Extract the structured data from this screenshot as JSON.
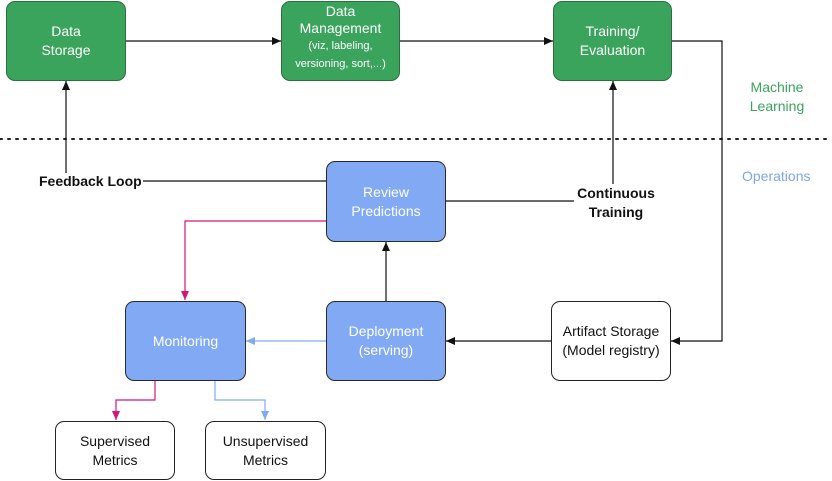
{
  "nodes": {
    "data_storage": {
      "line1": "Data",
      "line2": "Storage"
    },
    "data_management": {
      "line1": "Data",
      "line2": "Management",
      "line3": "(viz, labeling,",
      "line4": "versioning, sort,...)"
    },
    "training": {
      "line1": "Training/",
      "line2": "Evaluation"
    },
    "review": {
      "line1": "Review",
      "line2": "Predictions"
    },
    "deployment": {
      "line1": "Deployment",
      "line2": "(serving)"
    },
    "artifact": {
      "line1": "Artifact Storage",
      "line2": "(Model registry)"
    },
    "monitoring": {
      "line1": "Monitoring"
    },
    "supervised": {
      "line1": "Supervised",
      "line2": "Metrics"
    },
    "unsupervised": {
      "line1": "Unsupervised",
      "line2": "Metrics"
    }
  },
  "labels": {
    "feedback_loop": "Feedback Loop",
    "continuous_1": "Continuous",
    "continuous_2": "Training",
    "ml_1": "Machine",
    "ml_2": "Learning",
    "operations": "Operations"
  },
  "colors": {
    "green_node": "#3aa45c",
    "blue_node": "#82aaf4",
    "ml_text": "#3aa45c",
    "operations_text": "#7ea6e6",
    "pink_arrow": "#d4167a",
    "blue_arrow": "#82aaf4"
  }
}
